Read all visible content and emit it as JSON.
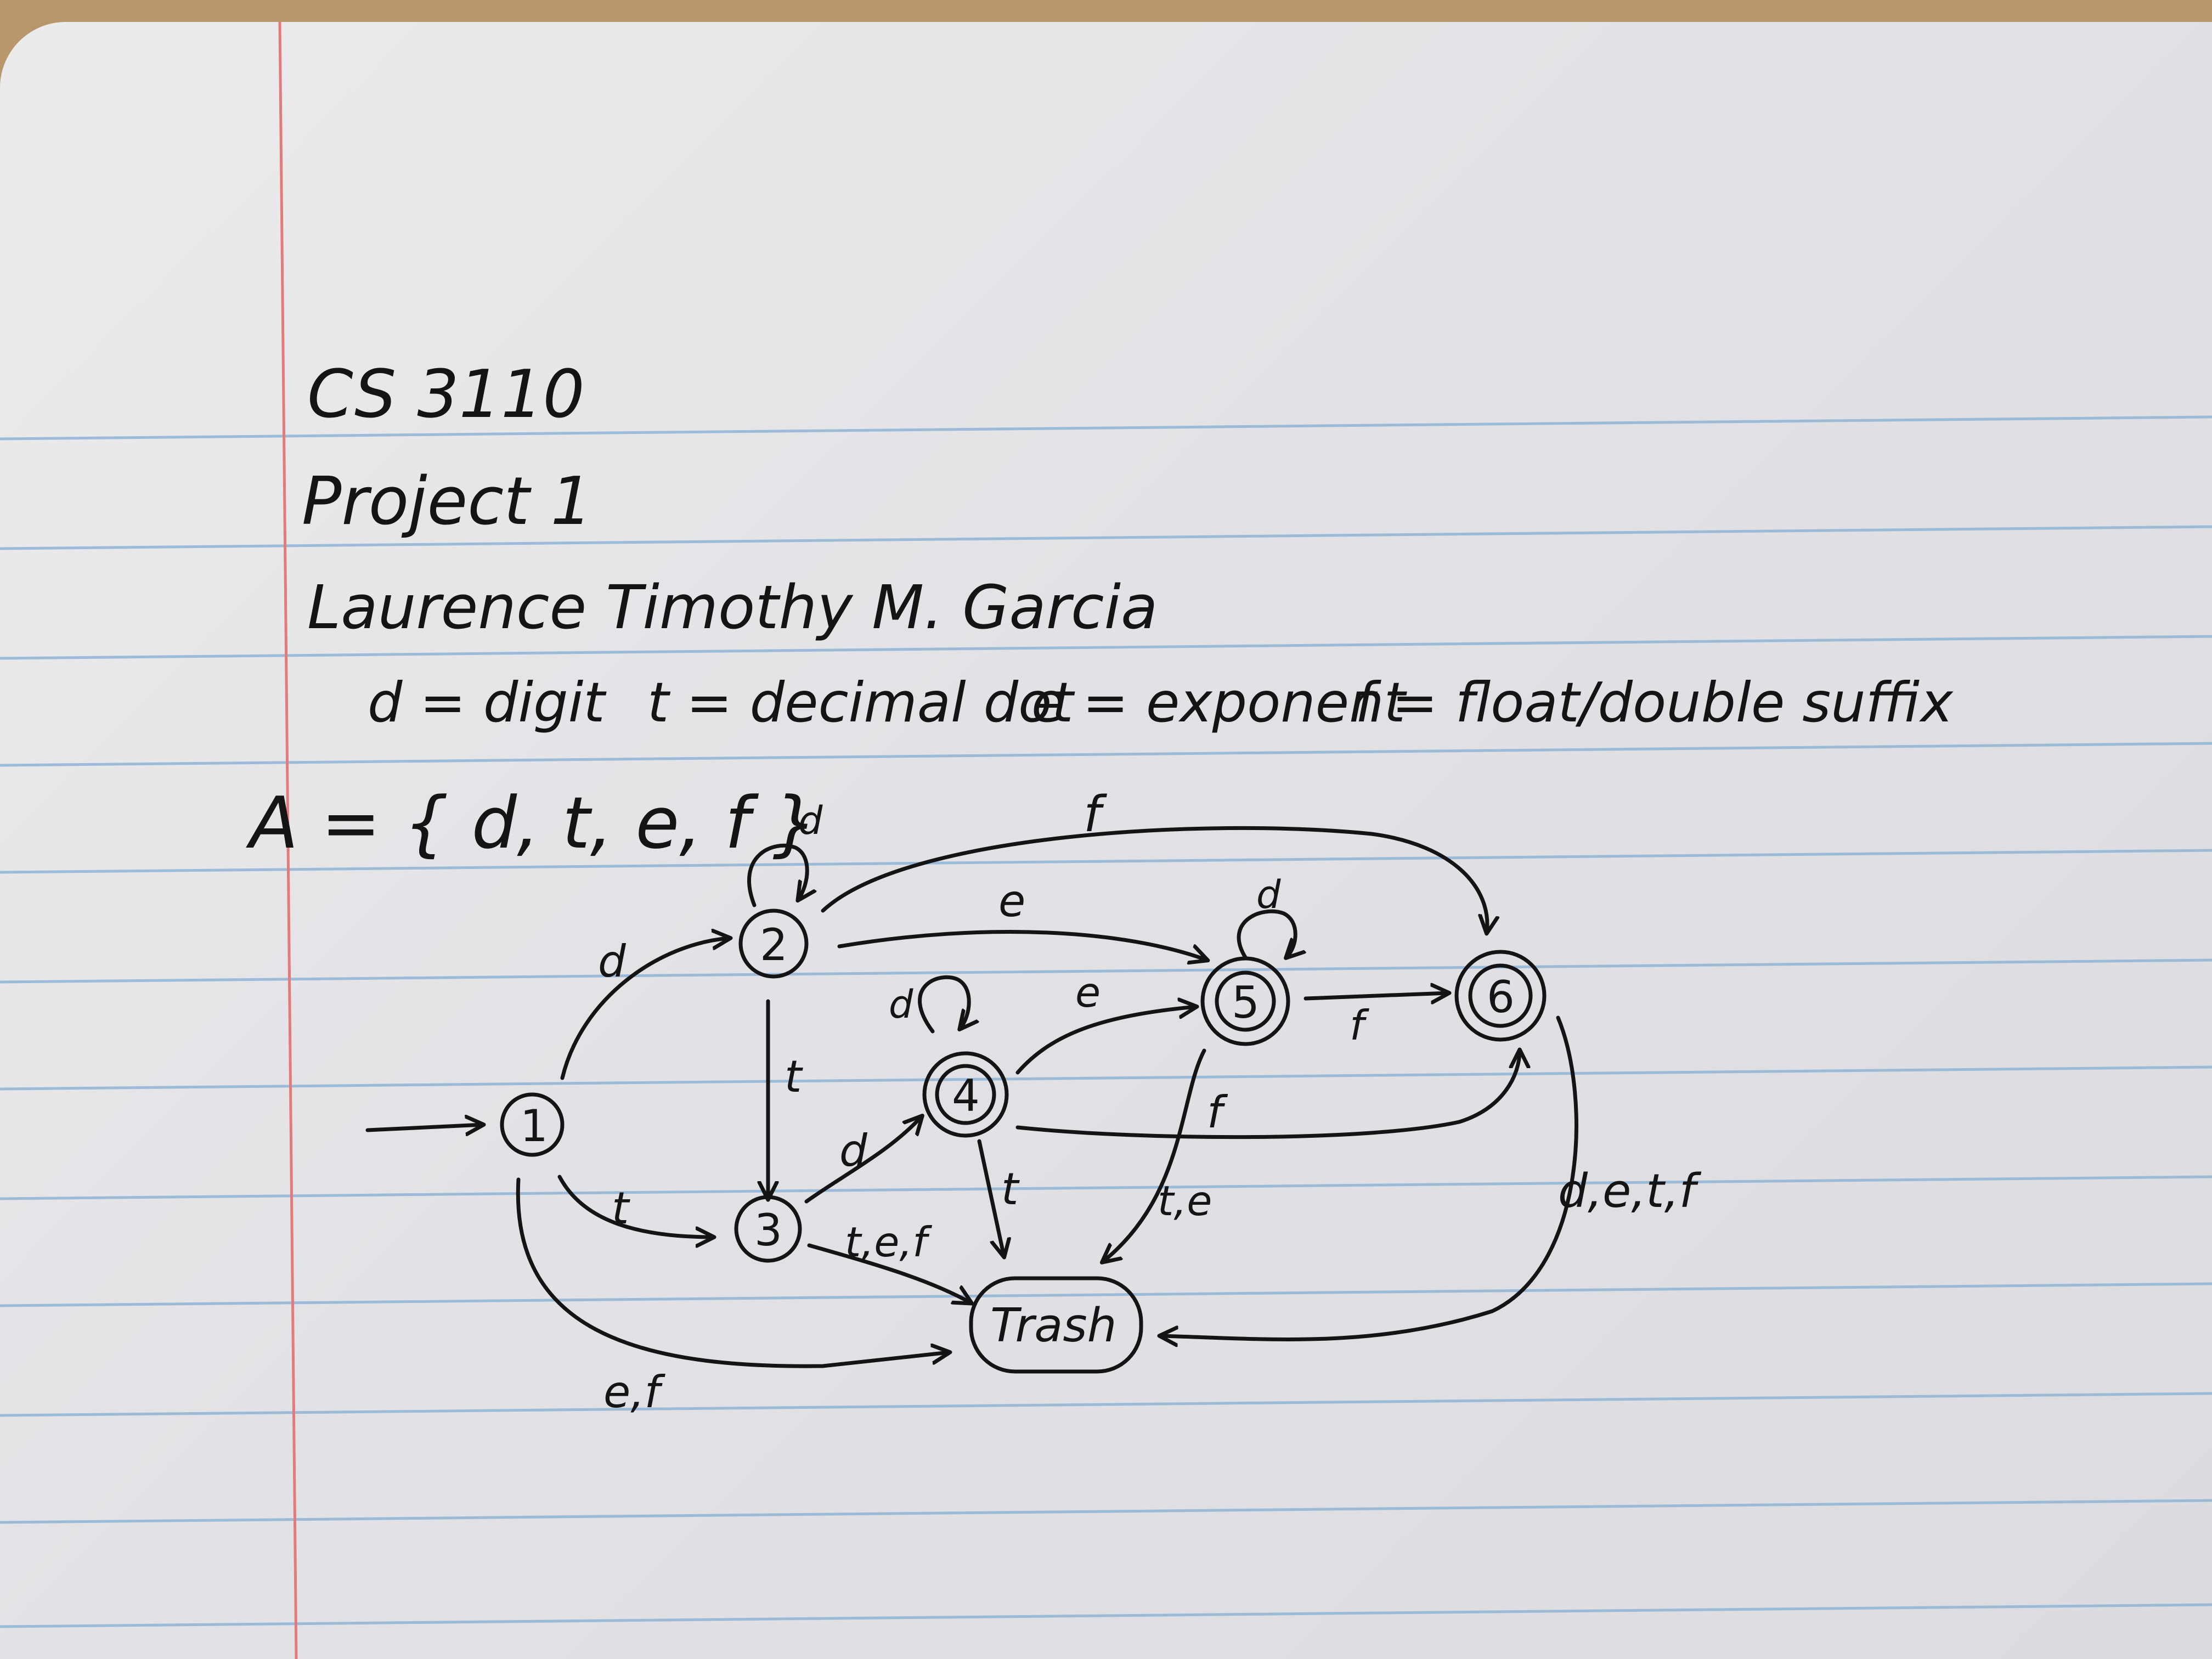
{
  "header": {
    "course": "CS 3110",
    "project": "Project 1",
    "author": "Laurence Timothy M. Garcia"
  },
  "legend": {
    "d": "d = digit",
    "t": "t = decimal dot",
    "e": "e = exponent",
    "f": "f = float/double suffix"
  },
  "alphabet": "A = { d, t, e, f }",
  "automaton": {
    "states": [
      {
        "id": "1",
        "label": "1",
        "accepting": false,
        "start": true
      },
      {
        "id": "2",
        "label": "2",
        "accepting": false
      },
      {
        "id": "3",
        "label": "3",
        "accepting": false
      },
      {
        "id": "4",
        "label": "4",
        "accepting": true
      },
      {
        "id": "5",
        "label": "5",
        "accepting": true
      },
      {
        "id": "6",
        "label": "6",
        "accepting": true
      },
      {
        "id": "trash",
        "label": "Trash",
        "accepting": false
      }
    ],
    "transitions": [
      {
        "from": "1",
        "to": "2",
        "label": "d"
      },
      {
        "from": "1",
        "to": "3",
        "label": "t"
      },
      {
        "from": "1",
        "to": "trash",
        "label": "e,f"
      },
      {
        "from": "2",
        "to": "2",
        "label": "d"
      },
      {
        "from": "2",
        "to": "3",
        "label": "t"
      },
      {
        "from": "2",
        "to": "5",
        "label": "e"
      },
      {
        "from": "2",
        "to": "6",
        "label": "f"
      },
      {
        "from": "3",
        "to": "4",
        "label": "d"
      },
      {
        "from": "3",
        "to": "trash",
        "label": "t,e,f"
      },
      {
        "from": "4",
        "to": "4",
        "label": "d"
      },
      {
        "from": "4",
        "to": "5",
        "label": "e"
      },
      {
        "from": "4",
        "to": "6",
        "label": "f"
      },
      {
        "from": "4",
        "to": "trash",
        "label": "t"
      },
      {
        "from": "5",
        "to": "5",
        "label": "d"
      },
      {
        "from": "5",
        "to": "6",
        "label": "f"
      },
      {
        "from": "5",
        "to": "trash",
        "label": "t,e"
      },
      {
        "from": "6",
        "to": "trash",
        "label": "d,e,t,f"
      }
    ]
  }
}
